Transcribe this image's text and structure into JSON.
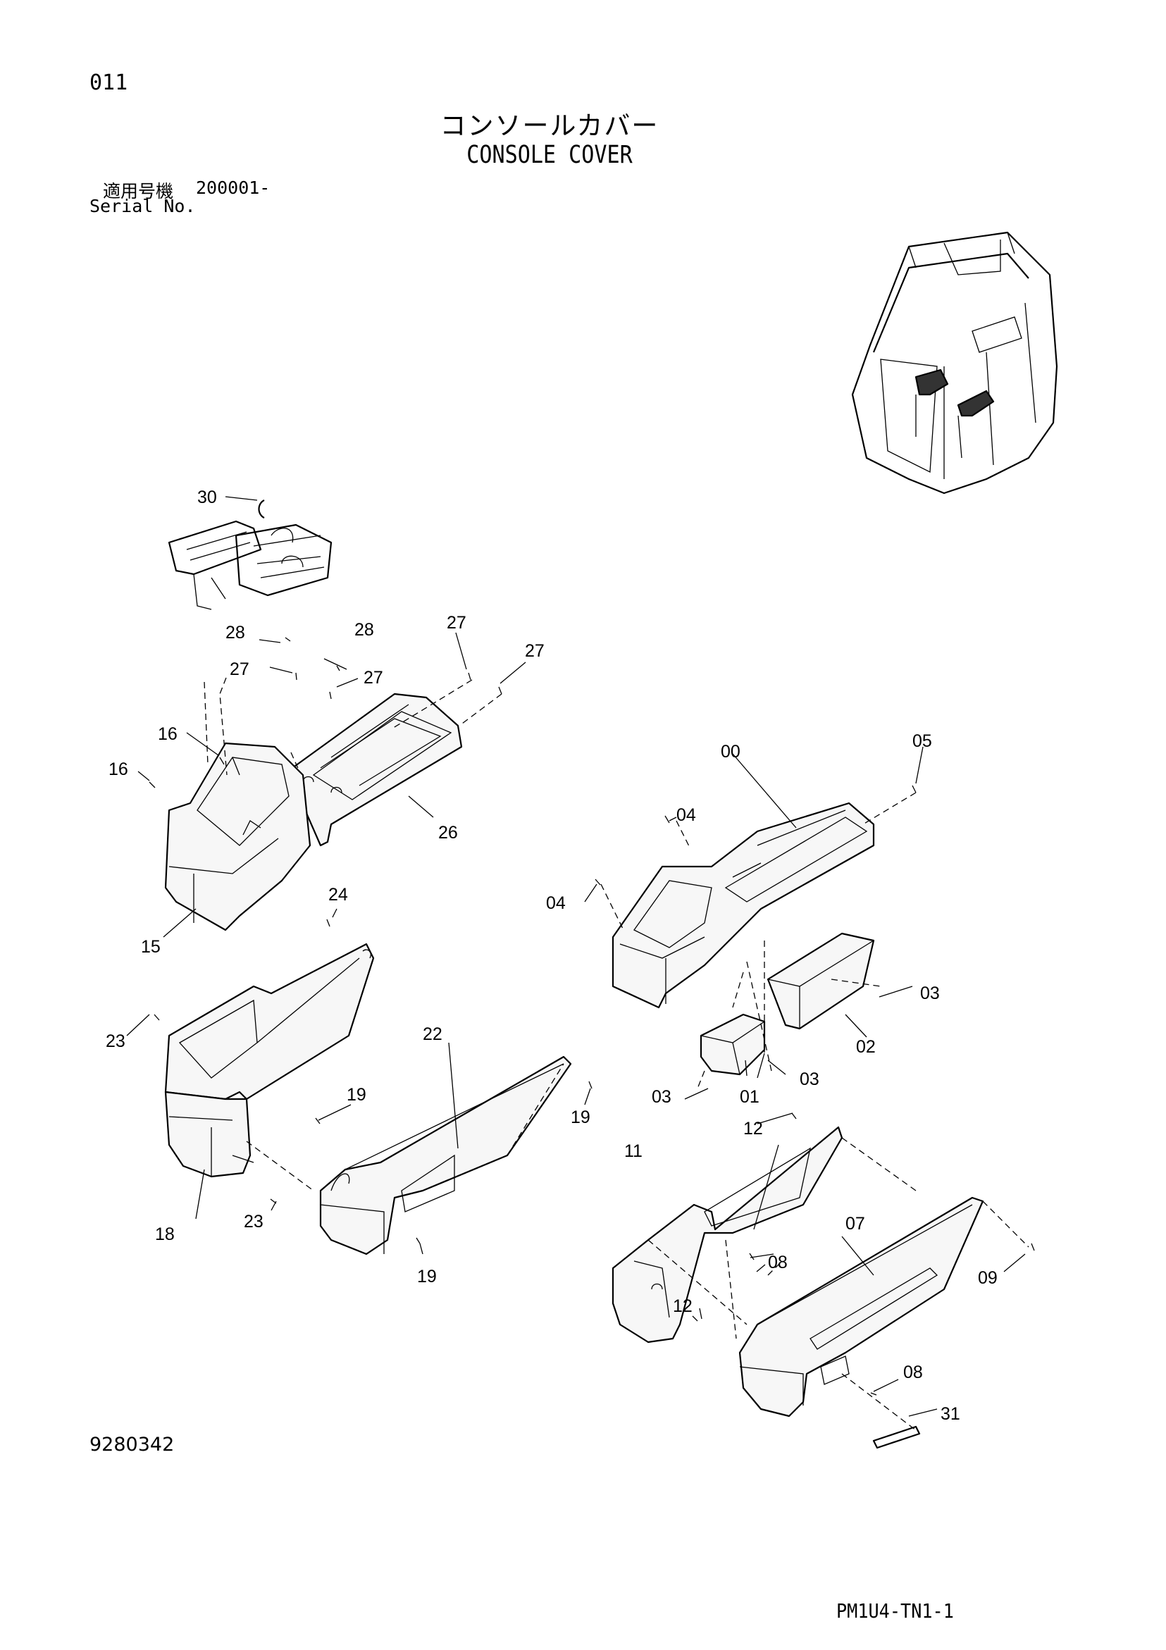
{
  "header": {
    "page_number": "011",
    "title_jp": "コンソールカバー",
    "title_en": "CONSOLE COVER",
    "serial_label_jp": "適用号機",
    "serial_value": "200001-",
    "serial_label_en": "Serial No."
  },
  "footer": {
    "drawing_number": "9280342",
    "doc_code": "PM1U4-TN1-1"
  },
  "callouts": {
    "c30": "30",
    "c28a": "28",
    "c28b": "28",
    "c27a": "27",
    "c27b": "27",
    "c27c": "27",
    "c27d": "27",
    "c16a": "16",
    "c16b": "16",
    "c26": "26",
    "c15": "15",
    "c24": "24",
    "c23a": "23",
    "c23b": "23",
    "c18": "18",
    "c19a": "19",
    "c19b": "19",
    "c19c": "19",
    "c22": "22",
    "c00": "00",
    "c05": "05",
    "c04a": "04",
    "c04b": "04",
    "c03a": "03",
    "c03b": "03",
    "c03c": "03",
    "c02": "02",
    "c01": "01",
    "c12a": "12",
    "c12b": "12",
    "c11": "11",
    "c07": "07",
    "c08a": "08",
    "c08b": "08",
    "c09": "09",
    "c31": "31"
  }
}
